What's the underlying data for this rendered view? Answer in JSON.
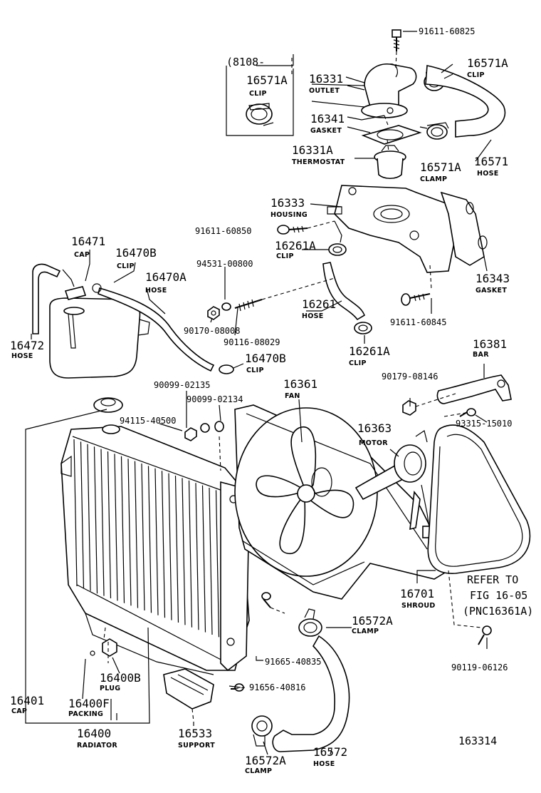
{
  "diagram_id": "163314",
  "inset": {
    "label": "(8108-"
  },
  "refer": {
    "line1": "REFER TO",
    "line2": "FIG 16-05",
    "line3": "(PNC16361A)"
  },
  "parts": {
    "p91611_60825": "91611-60825",
    "p16571A_top": {
      "num": "16571A",
      "name": "CLIP"
    },
    "p16571A_inset": {
      "num": "16571A",
      "name": "CLIP"
    },
    "p16331": {
      "num": "16331",
      "name": "OUTLET"
    },
    "p16341": {
      "num": "16341",
      "name": "GASKET"
    },
    "p16331A": {
      "num": "16331A",
      "name": "THERMOSTAT"
    },
    "p16571A_clamp": {
      "num": "16571A",
      "name": "CLAMP"
    },
    "p16571": {
      "num": "16571",
      "name": "HOSE"
    },
    "p16333": {
      "num": "16333",
      "name": "HOUSING"
    },
    "p91611_60850": "91611-60850",
    "p16261A_top": {
      "num": "16261A",
      "name": "CLIP"
    },
    "p16343": {
      "num": "16343",
      "name": "GASKET"
    },
    "p16471": {
      "num": "16471",
      "name": "CAP"
    },
    "p16470B_top": {
      "num": "16470B",
      "name": "CLIP"
    },
    "p94531_00800": "94531-00800",
    "p16470A": {
      "num": "16470A",
      "name": "HOSE"
    },
    "p16261": {
      "num": "16261",
      "name": "HOSE"
    },
    "p91611_60845": "91611-60845",
    "p90170_08008": "90170-08008",
    "p90116_08029": "90116-08029",
    "p16472": {
      "num": "16472",
      "name": "HOSE"
    },
    "p16470B_bot": {
      "num": "16470B",
      "name": "CLIP"
    },
    "p16261A_bot": {
      "num": "16261A",
      "name": "CLIP"
    },
    "p16381": {
      "num": "16381",
      "name": "BAR"
    },
    "p90099_02135": "90099-02135",
    "p90099_02134": "90099-02134",
    "p16361": {
      "num": "16361",
      "name": "FAN"
    },
    "p90179_08146": "90179-08146",
    "p94115_40500": "94115-40500",
    "p93315_15010": "93315-15010",
    "p16363": {
      "num": "16363",
      "name": "MOTOR"
    },
    "p16701": {
      "num": "16701",
      "name": "SHROUD"
    },
    "p16572A_top": {
      "num": "16572A",
      "name": "CLAMP"
    },
    "p91665_40835": "91665-40835",
    "p90119_06126": "90119-06126",
    "p16400B": {
      "num": "16400B",
      "name": "PLUG"
    },
    "p91656_40816": "91656-40816",
    "p16401": {
      "num": "16401",
      "name": "CAP"
    },
    "p16400F": {
      "num": "16400F",
      "name": "PACKING"
    },
    "p16400": {
      "num": "16400",
      "name": "RADIATOR"
    },
    "p16533": {
      "num": "16533",
      "name": "SUPPORT"
    },
    "p16572A_bot": {
      "num": "16572A",
      "name": "CLAMP"
    },
    "p16572": {
      "num": "16572",
      "name": "HOSE"
    }
  }
}
